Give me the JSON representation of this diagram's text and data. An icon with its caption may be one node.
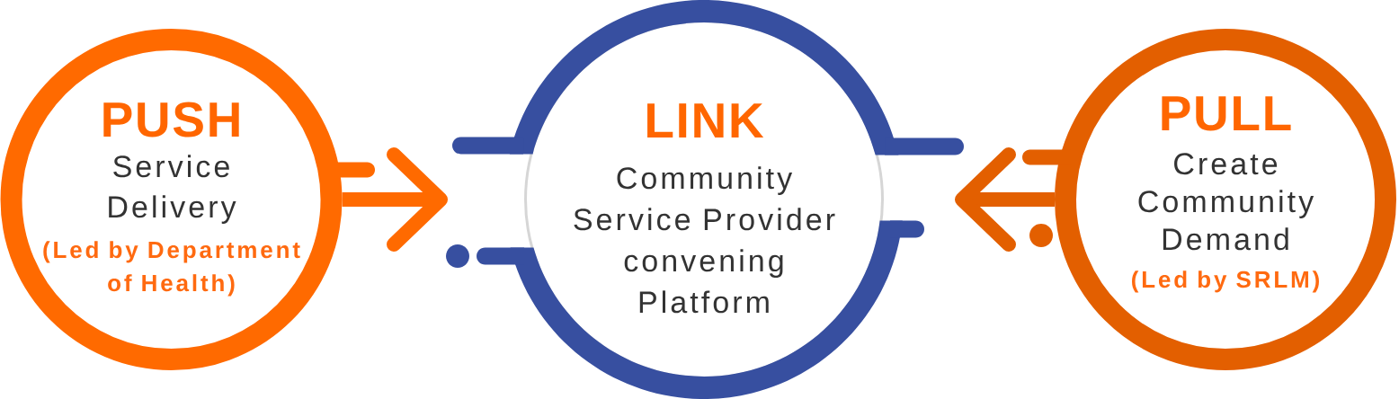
{
  "diagram": {
    "nodes": [
      {
        "text": [
          "PUSH",
          "Service Delivery",
          "(Led by Department of Health)"
        ]
      },
      {
        "text": [
          "LINK",
          "Community Service Provider convening Platform"
        ]
      },
      {
        "text": [
          "PULL",
          "Create Community Demand",
          "(Led by SRLM)"
        ]
      }
    ],
    "edges": [
      {
        "from": 0,
        "to": 1,
        "arrow": "to",
        "color": "#ff6a00"
      },
      {
        "from": 2,
        "to": 1,
        "arrow": "to",
        "color": "#e35f00"
      }
    ]
  }
}
